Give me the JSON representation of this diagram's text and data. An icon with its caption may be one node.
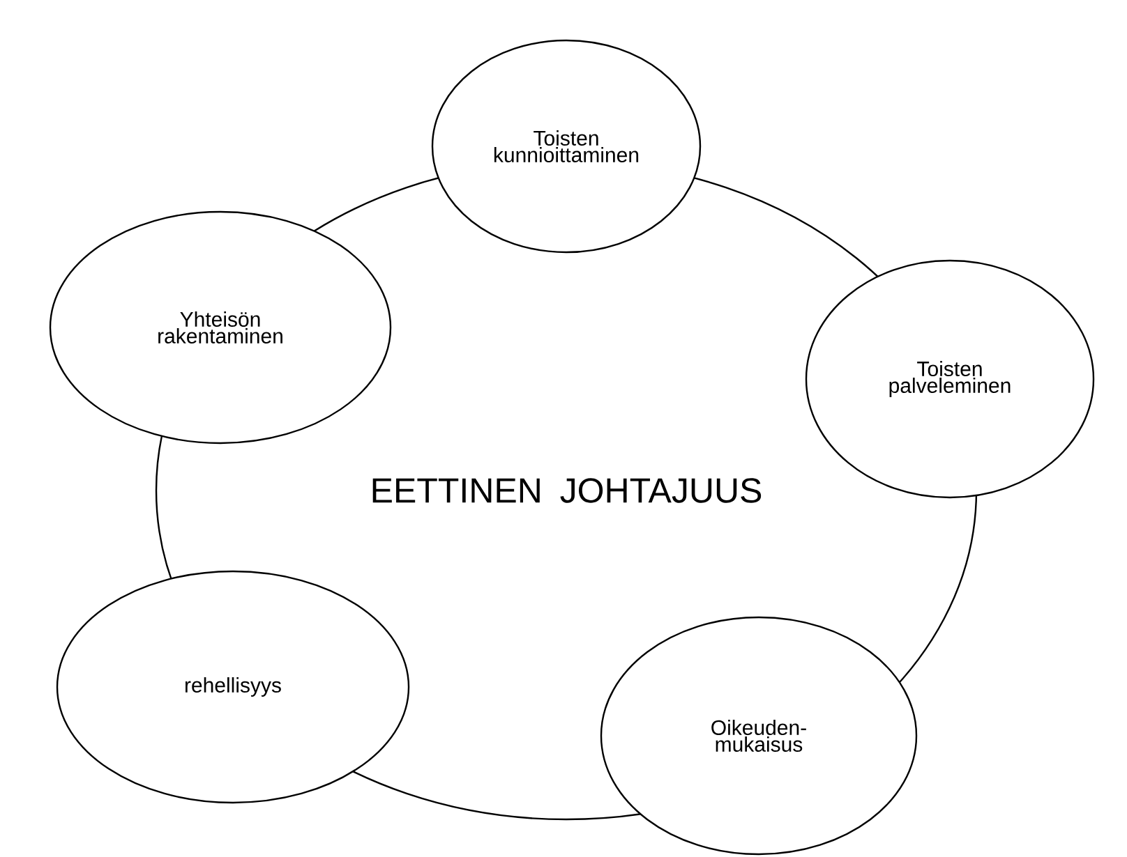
{
  "diagram": {
    "nodes": [
      {
        "text": [
          "EETTINEN JOHTAJUUS"
        ]
      },
      {
        "text": [
          "Toisten kunnioittaminen"
        ]
      },
      {
        "text": [
          "Yhteisön rakentaminen"
        ]
      },
      {
        "text": [
          "Toisten palveleminen"
        ]
      },
      {
        "text": [
          "rehellisyys"
        ]
      },
      {
        "text": [
          "Oikeuden-mukaisus"
        ]
      }
    ]
  }
}
